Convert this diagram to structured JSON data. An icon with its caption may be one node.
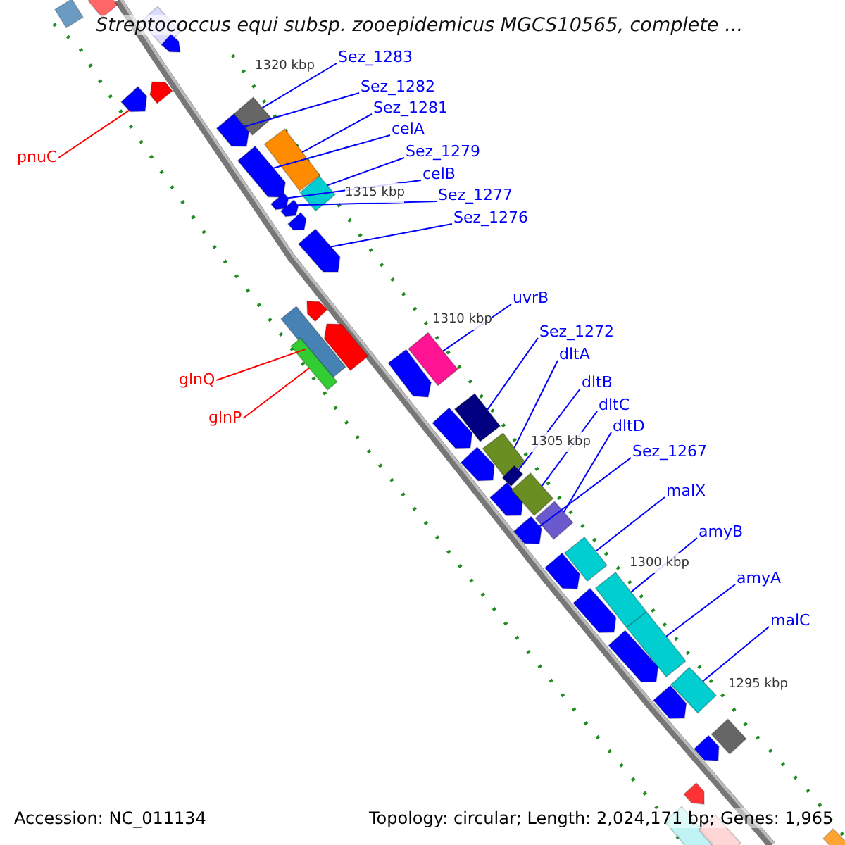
{
  "diagram": {
    "title": "Streptococcus equi subsp. zooepidemicus MGCS10565, complete ...",
    "nodes": [
      {
        "text": [
          "Sez_1283"
        ]
      },
      {
        "text": [],
        "shape": "bar"
      },
      {
        "text": [
          "Sez_1282"
        ]
      },
      {
        "text": [],
        "shape": "arrow"
      },
      {
        "text": [
          "Sez_1281"
        ]
      },
      {
        "text": [],
        "shape": "bar"
      },
      {
        "text": [
          "celA"
        ]
      },
      {
        "text": [],
        "shape": "arrow"
      },
      {
        "text": [
          "Sez_1279"
        ]
      },
      {
        "text": [],
        "shape": "bar"
      },
      {
        "text": [
          "celB"
        ]
      },
      {
        "text": [],
        "shape": "arrow"
      },
      {
        "text": [
          "Sez_1277"
        ]
      },
      {
        "text": [],
        "shape": "arrow"
      },
      {
        "text": [
          "Sez_1276"
        ]
      },
      {
        "text": [],
        "shape": "arrow"
      },
      {
        "text": [
          "uvrB"
        ]
      },
      {
        "text": [],
        "shape": "bar"
      },
      {
        "text": [
          "Sez_1272"
        ]
      },
      {
        "text": [],
        "shape": "bar"
      },
      {
        "text": [
          "dltA"
        ]
      },
      {
        "text": [],
        "shape": "bar"
      },
      {
        "text": [
          "dltB"
        ]
      },
      {
        "text": [],
        "shape": "bar"
      },
      {
        "text": [
          "dltC"
        ]
      },
      {
        "text": [],
        "shape": "bar"
      },
      {
        "text": [
          "dltD"
        ]
      },
      {
        "text": [],
        "shape": "bar"
      },
      {
        "text": [
          "Sez_1267"
        ]
      },
      {
        "text": [],
        "shape": "arrow"
      },
      {
        "text": [
          "malX"
        ]
      },
      {
        "text": [],
        "shape": "bar"
      },
      {
        "text": [
          "amyB"
        ]
      },
      {
        "text": [],
        "shape": "bar"
      },
      {
        "text": [
          "amyA"
        ]
      },
      {
        "text": [],
        "shape": "bar"
      },
      {
        "text": [
          "malC"
        ]
      },
      {
        "text": [],
        "shape": "bar"
      },
      {
        "text": [
          "pnuC"
        ]
      },
      {
        "text": [],
        "shape": "arrow"
      },
      {
        "text": [
          "glnQ"
        ]
      },
      {
        "text": [],
        "shape": "bar"
      },
      {
        "text": [
          "glnP"
        ]
      },
      {
        "text": [],
        "shape": "bar"
      }
    ],
    "edges": [
      {
        "from": 0,
        "to": 1,
        "arrow": "none"
      },
      {
        "from": 2,
        "to": 3,
        "arrow": "none"
      },
      {
        "from": 4,
        "to": 5,
        "arrow": "none"
      },
      {
        "from": 6,
        "to": 7,
        "arrow": "none"
      },
      {
        "from": 8,
        "to": 9,
        "arrow": "none"
      },
      {
        "from": 10,
        "to": 11,
        "arrow": "none"
      },
      {
        "from": 12,
        "to": 13,
        "arrow": "none"
      },
      {
        "from": 14,
        "to": 15,
        "arrow": "none"
      },
      {
        "from": 16,
        "to": 17,
        "arrow": "none"
      },
      {
        "from": 18,
        "to": 19,
        "arrow": "none"
      },
      {
        "from": 20,
        "to": 21,
        "arrow": "none"
      },
      {
        "from": 22,
        "to": 23,
        "arrow": "none"
      },
      {
        "from": 24,
        "to": 25,
        "arrow": "none"
      },
      {
        "from": 26,
        "to": 27,
        "arrow": "none"
      },
      {
        "from": 28,
        "to": 29,
        "arrow": "none"
      },
      {
        "from": 30,
        "to": 31,
        "arrow": "none"
      },
      {
        "from": 32,
        "to": 33,
        "arrow": "none"
      },
      {
        "from": 34,
        "to": 35,
        "arrow": "none"
      },
      {
        "from": 36,
        "to": 37,
        "arrow": "none"
      },
      {
        "from": 38,
        "to": 39,
        "arrow": "none",
        "color": "#ff0000"
      },
      {
        "from": 40,
        "to": 41,
        "arrow": "none",
        "color": "#ff0000"
      },
      {
        "from": 42,
        "to": 43,
        "arrow": "none",
        "color": "#ff0000"
      }
    ],
    "labels": [
      "1320 kbp",
      "1315 kbp",
      "1310 kbp",
      "1305 kbp",
      "1300 kbp",
      "1295 kbp",
      "Accession: NC_011134",
      "Topology: circular; Length: 2,024,171 bp; Genes: 1,965"
    ]
  }
}
